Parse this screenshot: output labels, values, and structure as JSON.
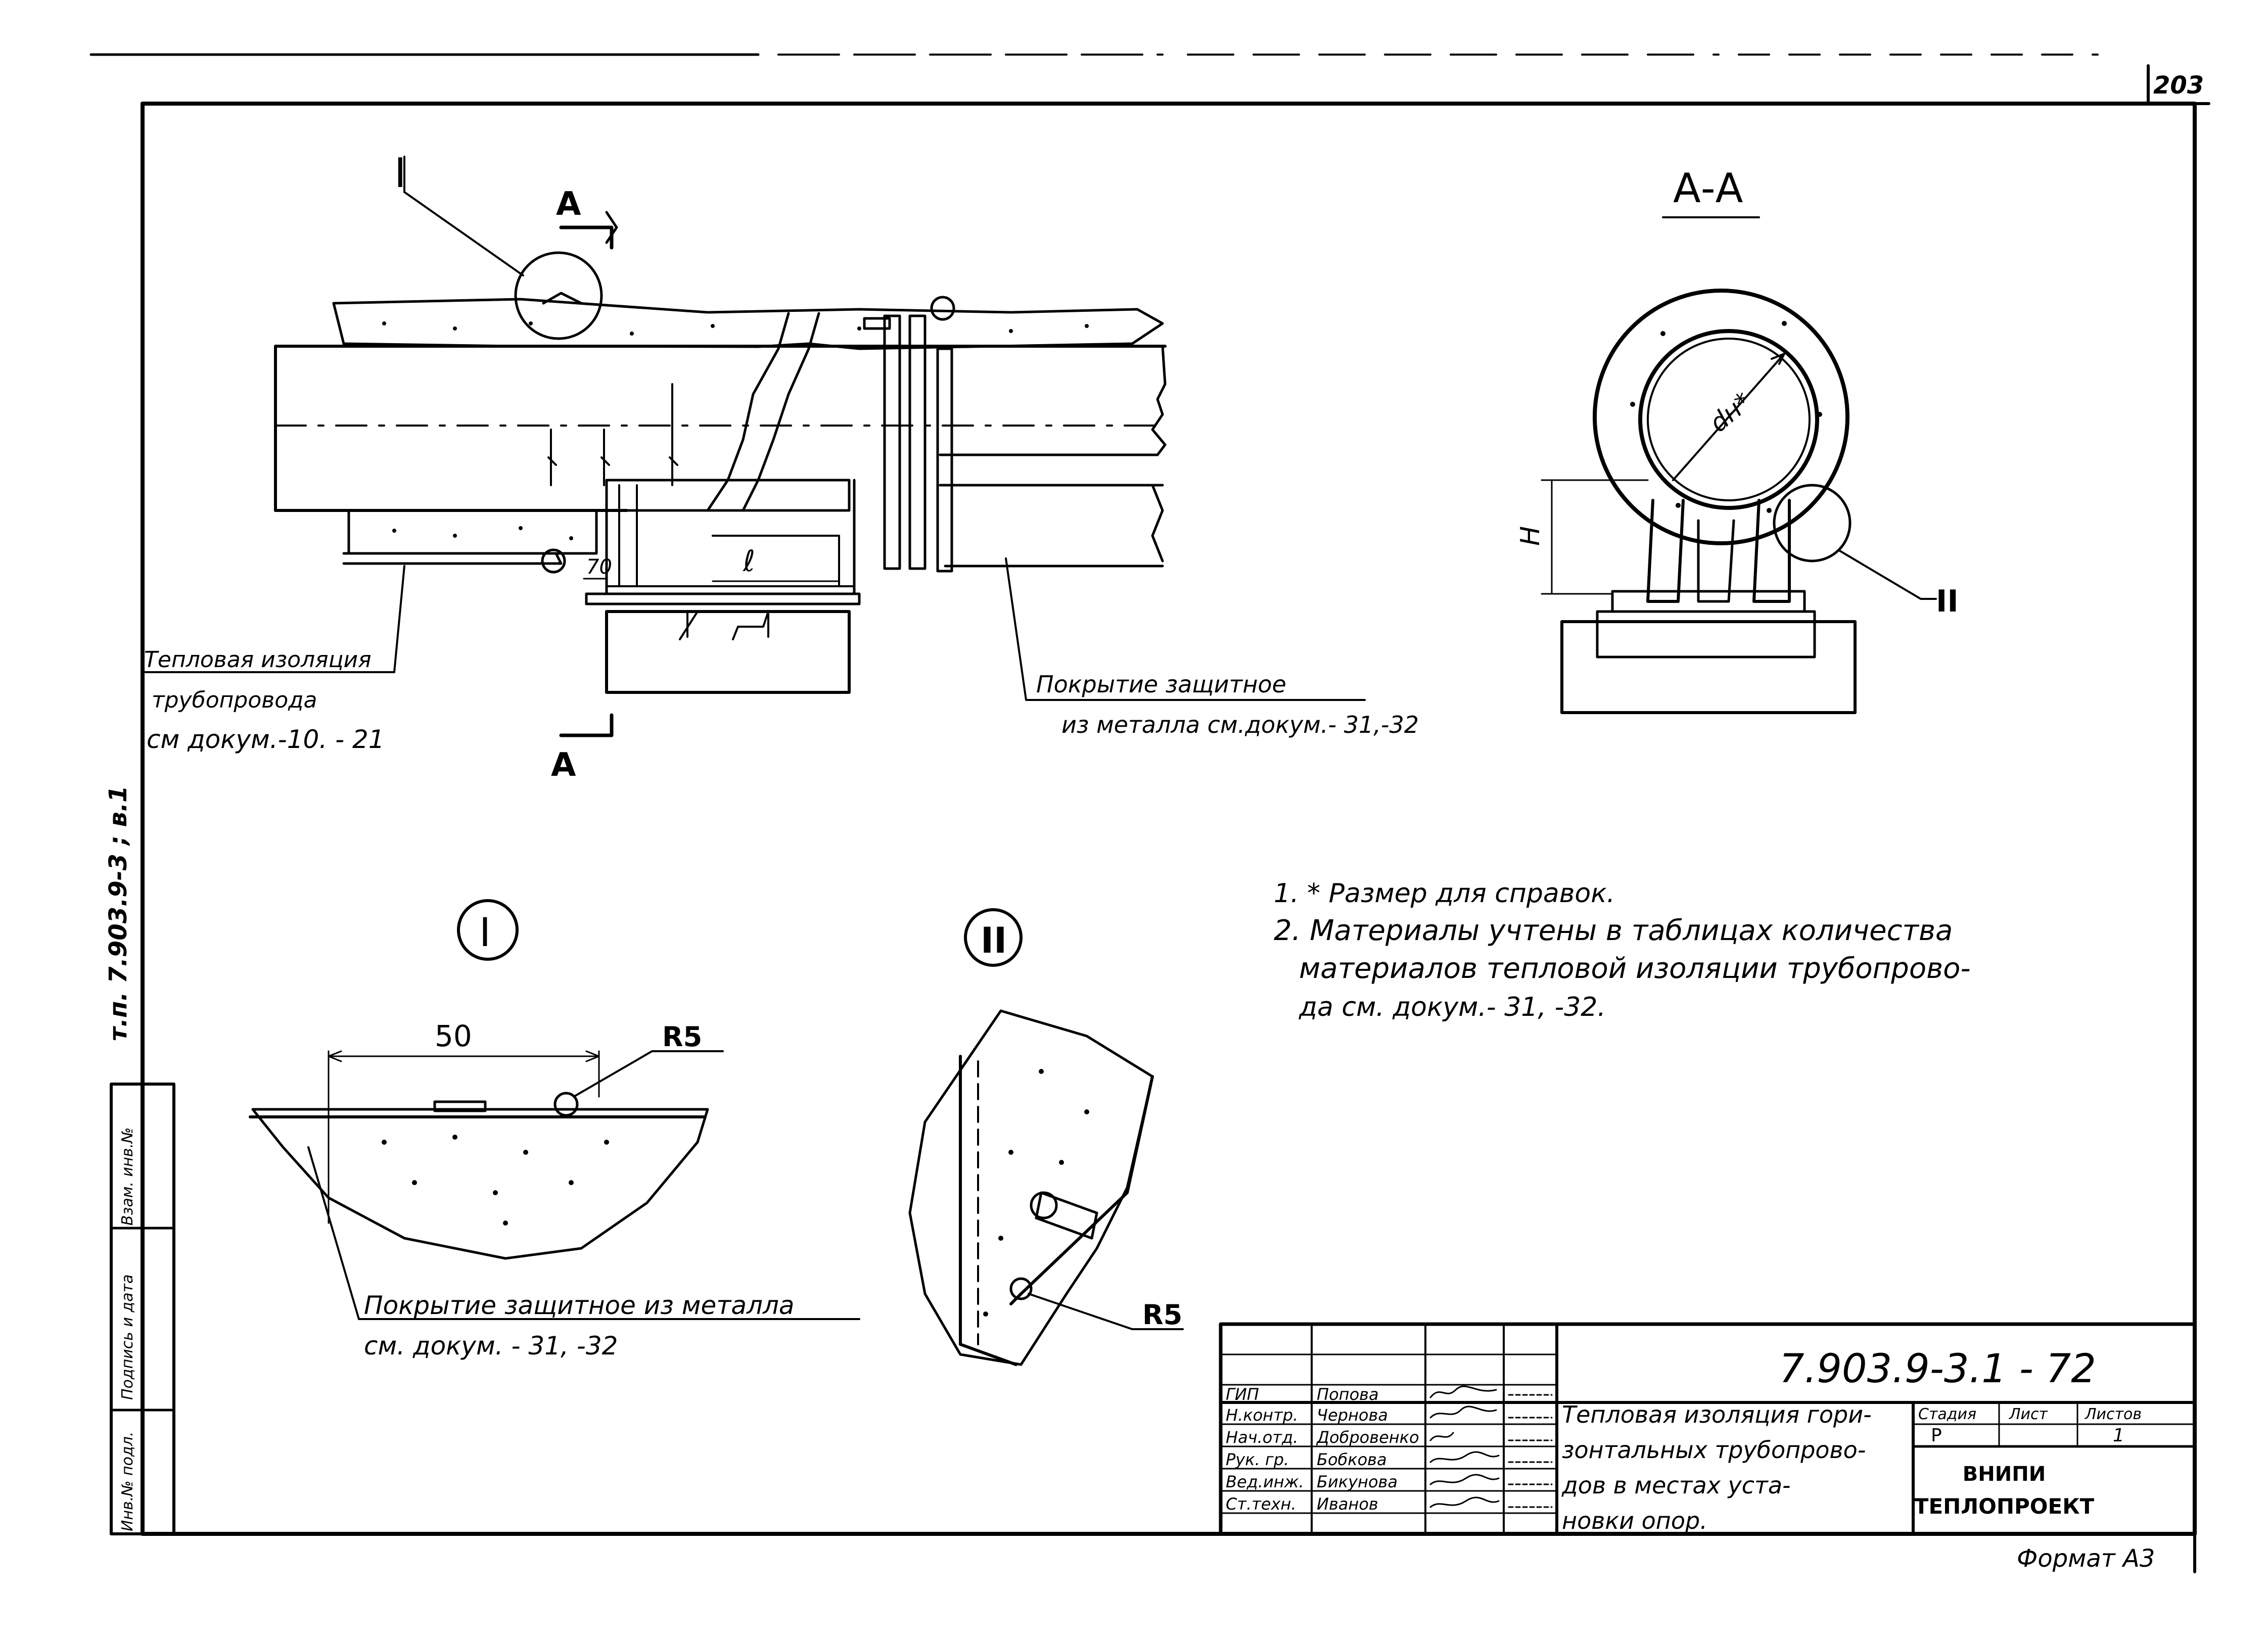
{
  "sheet": {
    "page_number": "203",
    "side_stamp": "т.п. 7.903.9-3 ; в.1",
    "format": "Формат А3"
  },
  "left_strip": {
    "labels": [
      "Инв.№ подл.",
      "Подпись и дата",
      "Взам. инв.№"
    ]
  },
  "main_view": {
    "detail_I_callout": "I",
    "section_mark_top": "А",
    "section_mark_bottom": "А",
    "dim_70": "70",
    "dim_l": "ℓ",
    "leader_insulation": [
      "Тепловая изоляция",
      "трубопровода",
      "см докум.-10. - 21"
    ],
    "leader_cover": [
      "Покрытие защитное",
      "из металла   см.докум.- 31,-32"
    ]
  },
  "section_view": {
    "title": "А-А",
    "dim_dn": "dн*",
    "dim_h": "Н",
    "detail_II_callout": "II"
  },
  "detail_I": {
    "label": "I",
    "dim_50": "50",
    "radius": "R5",
    "leader": [
      "Покрытие защитное из металла",
      "см. докум. - 31, -32"
    ]
  },
  "detail_II": {
    "label": "II",
    "radius": "R5"
  },
  "notes": [
    "1. * Размер для справок.",
    "2. Материалы учтены  в таблицах  количества",
    "материалов  тепловой  изоляции  трубопрово-",
    "да   см. докум.- 31, -32."
  ],
  "title_block": {
    "doc_number": "7.903.9-3.1 -  72",
    "title_lines": [
      "Тепловая изоляция гори-",
      "зонтальных трубопрово-",
      "дов в местах уста-",
      "новки   опор."
    ],
    "stage_header": "Стадия",
    "sheet_header": "Лист",
    "sheets_header": "Листов",
    "stage": "Р",
    "sheets": "1",
    "org_lines": [
      "ВНИПИ",
      "ТЕПЛОПРОЕКТ"
    ],
    "roles": [
      {
        "role": "ГИП",
        "name": "Попова"
      },
      {
        "role": "Н.контр.",
        "name": "Чернова"
      },
      {
        "role": "Нач.отд.",
        "name": "Добровенко"
      },
      {
        "role": "Рук. гр.",
        "name": "Бобкова"
      },
      {
        "role": "Вед.инж.",
        "name": "Бикунова"
      },
      {
        "role": "Ст.техн.",
        "name": "Иванов"
      }
    ]
  }
}
